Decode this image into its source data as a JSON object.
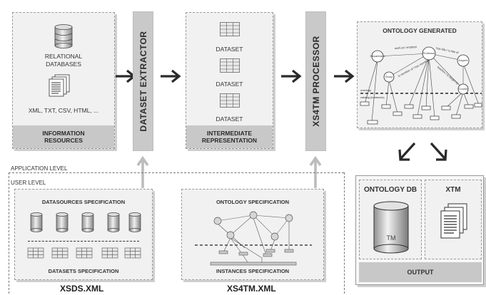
{
  "information_resources": {
    "relational_label": "RELATIONAL\nDATABASES",
    "formats_label": "XML, TXT, CSV, HTML, ...",
    "title": "INFORMATION\nRESOURCES"
  },
  "extractor": {
    "label": "DATASET EXTRACTOR"
  },
  "intermediate": {
    "dataset_labels": [
      "DATASET",
      "DATASET",
      "DATASET"
    ],
    "title": "INTERMEDIATE\nREPRESENTATION"
  },
  "processor": {
    "label": "XS4TM PROCESSOR"
  },
  "ontology_generated": {
    "title": "ONTOLOGY GENERATED",
    "nodes": [
      "Department",
      "Professor",
      "Degree",
      "Group",
      "Course"
    ],
    "edge_labels": [
      "work at / employs",
      "has title / is title of",
      "is member of / has member",
      "teaches / is taught by"
    ],
    "side_labels": [
      "ontology",
      "catalog (instances)"
    ]
  },
  "levels": {
    "application": "APPLICATION LEVEL",
    "user": "USER LEVEL"
  },
  "xsds": {
    "top_label": "DATASOURCES SPECIFICATION",
    "bottom_label": "DATASETS SPECIFICATION",
    "caption": "XSDS.XML"
  },
  "xs4tm": {
    "top_label": "ONTOLOGY SPECIFICATION",
    "bottom_label": "INSTANCES SPECIFICATION",
    "caption": "XS4TM.XML"
  },
  "output": {
    "ontology_db_label": "ONTOLOGY DB",
    "cylinder_label": "TM",
    "xtm_label": "XTM",
    "title": "OUTPUT"
  }
}
